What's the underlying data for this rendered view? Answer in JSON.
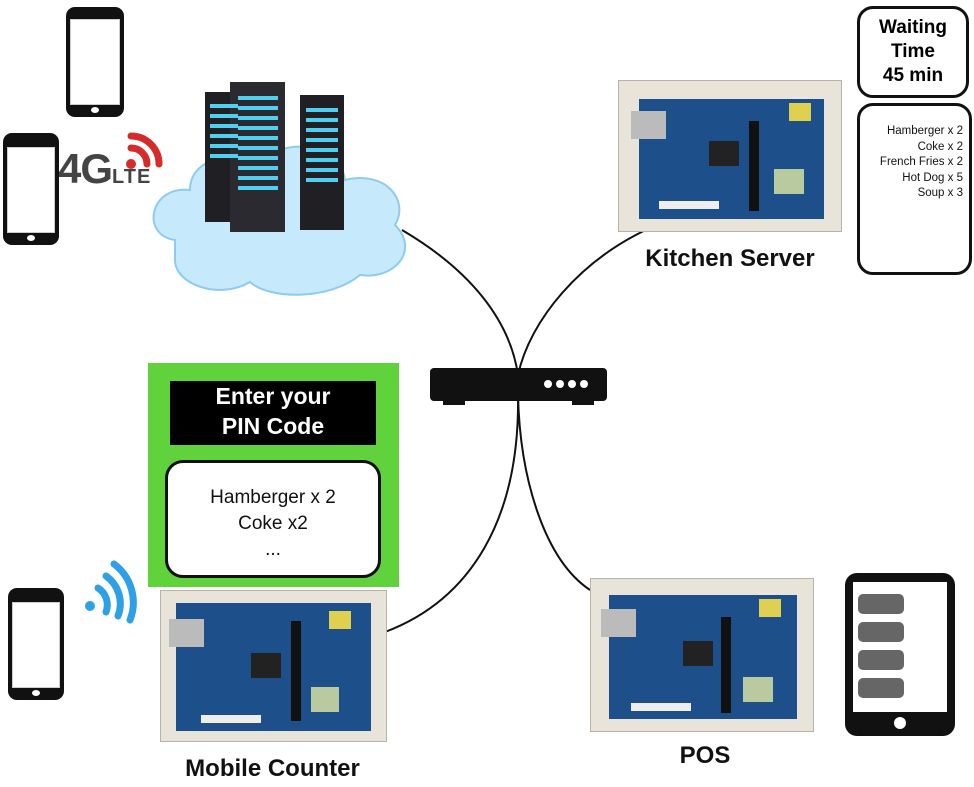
{
  "network_label": "4G",
  "network_sub": "LTE",
  "kitchen": {
    "label": "Kitchen Server",
    "waiting_line1": "Waiting",
    "waiting_line2": "Time",
    "waiting_line3": "45 min",
    "orders": [
      "Hamberger x 2",
      "Coke x 2",
      "French Fries x 2",
      "Hot Dog x 5",
      "Soup x 3"
    ]
  },
  "mobile_counter": {
    "label": "Mobile Counter",
    "pin_line1": "Enter your",
    "pin_line2": "PIN Code",
    "cart": [
      "Hamberger x 2",
      "Coke x2",
      "..."
    ]
  },
  "pos": {
    "label": "POS"
  },
  "colors": {
    "green_panel": "#5fd23c",
    "wifi": "#2ea0e6",
    "lte_signal": "#d62b2b",
    "cloud": "#bfe6fb",
    "board_pcb": "#1d4f8a"
  }
}
